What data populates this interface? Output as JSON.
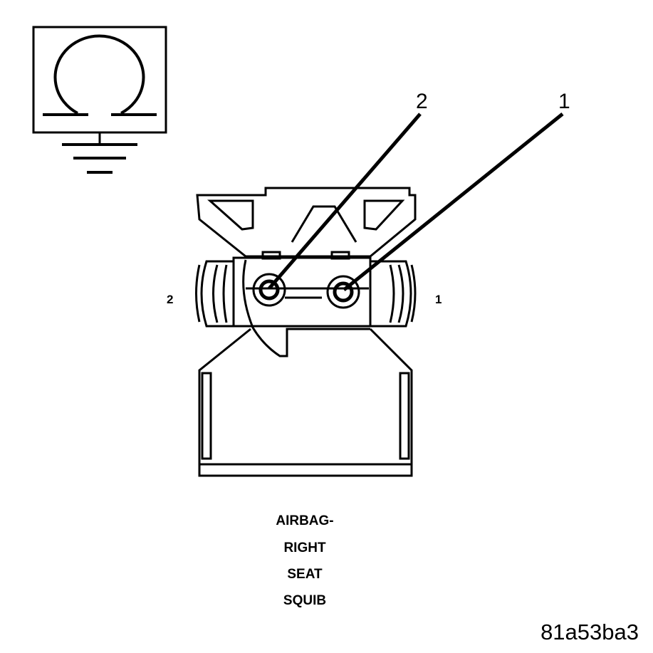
{
  "meter_symbol": {
    "icon": "ohmmeter-icon",
    "glyph": "Ω",
    "ground_icon": "ground-icon"
  },
  "callouts": [
    {
      "id": "2",
      "label": "2"
    },
    {
      "id": "1",
      "label": "1"
    }
  ],
  "side_labels": {
    "left": "2",
    "right": "1"
  },
  "connector": {
    "caption_lines": [
      "AIRBAG-",
      "RIGHT",
      "SEAT",
      "SQUIB"
    ]
  },
  "reference_code": "81a53ba3"
}
